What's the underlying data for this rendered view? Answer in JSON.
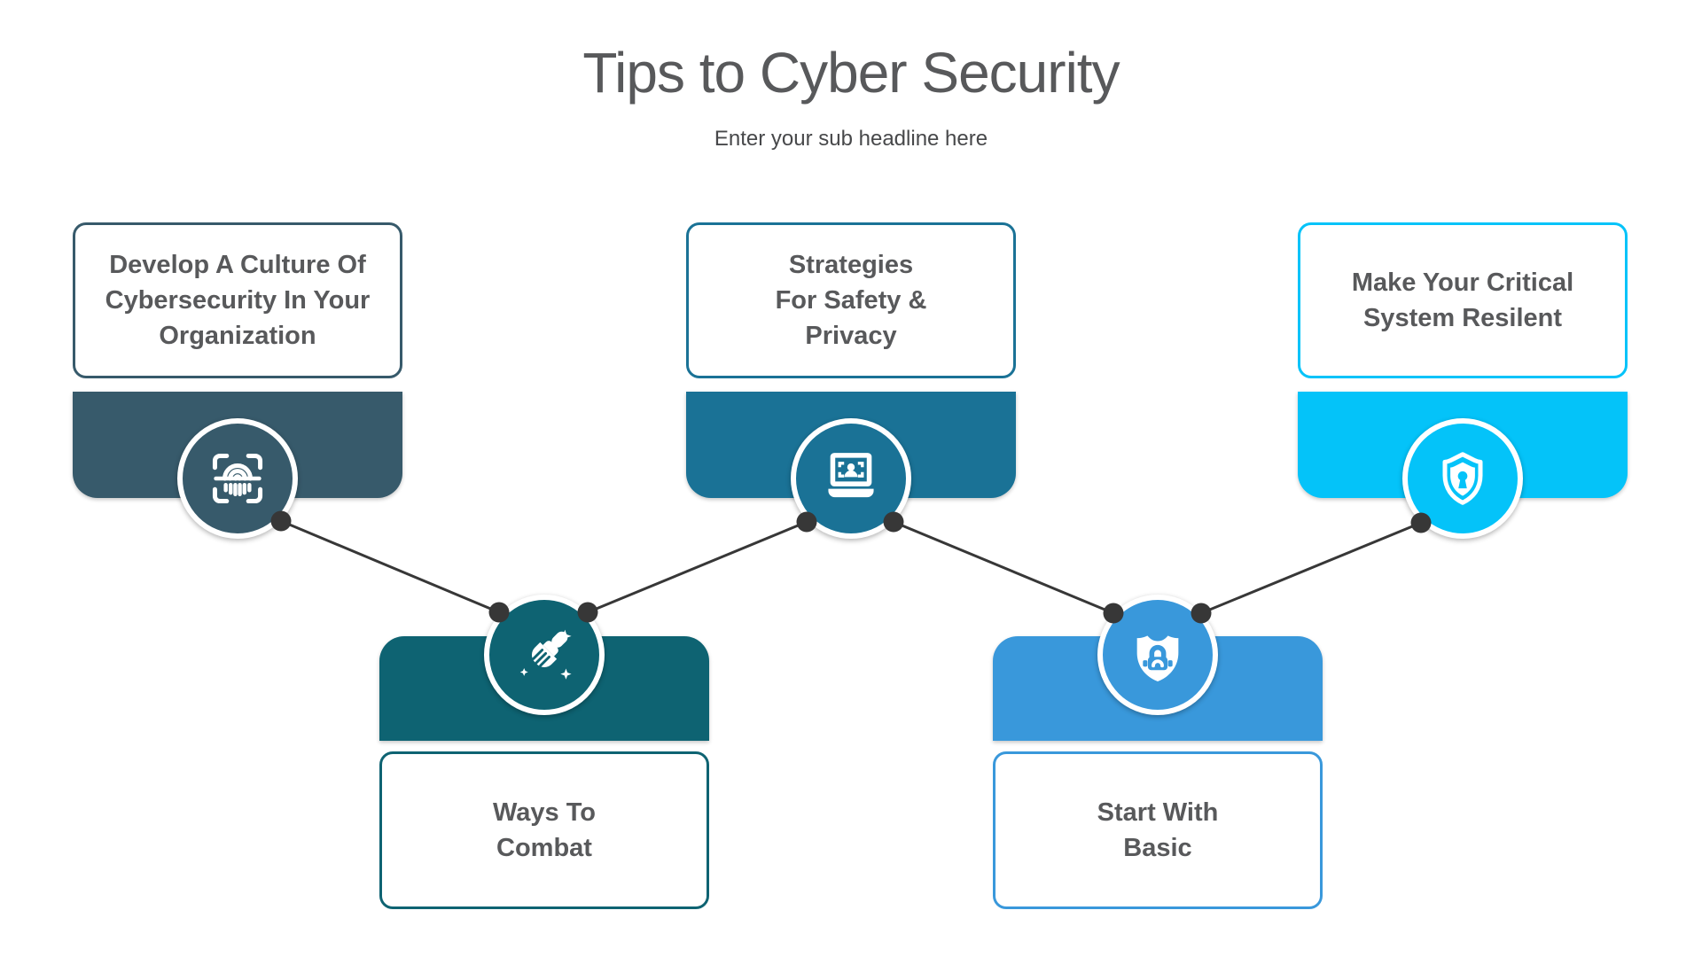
{
  "header": {
    "title": "Tips to Cyber Security",
    "subtitle": "Enter your sub headline here"
  },
  "cards": [
    {
      "title": "Develop A Culture Of\nCybersecurity In Your\nOrganization",
      "color": "#375A6B",
      "icon": "fingerprint-scan-icon",
      "layout": "top"
    },
    {
      "title": "Ways To\nCombat",
      "color": "#0E6372",
      "icon": "clean-brush-icon",
      "layout": "bottom"
    },
    {
      "title": "Strategies\nFor Safety &\nPrivacy",
      "color": "#1A7296",
      "icon": "laptop-privacy-icon",
      "layout": "top"
    },
    {
      "title": "Start With\nBasic",
      "color": "#3998DB",
      "icon": "shield-padlock-icon",
      "layout": "bottom"
    },
    {
      "title": "Make Your Critical\nSystem Resilent",
      "color": "#04C3F9",
      "icon": "shield-keyhole-icon",
      "layout": "top"
    }
  ],
  "text_color": "#58595B",
  "connector_color": "#373737"
}
